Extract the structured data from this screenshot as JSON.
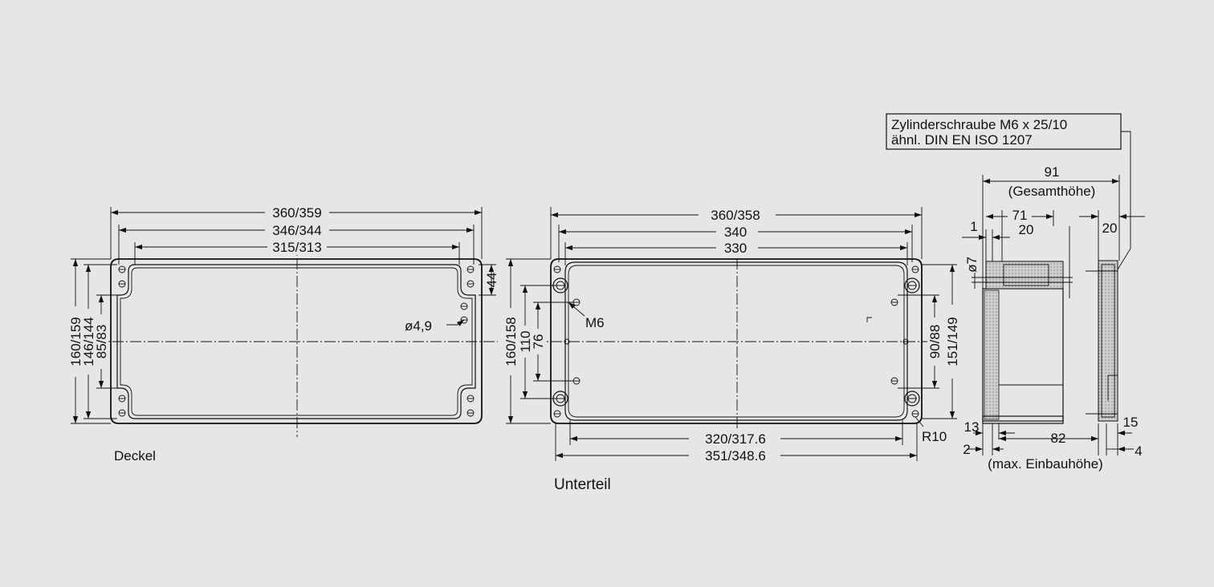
{
  "colors": {
    "background": "#e6e6e6",
    "line": "#111111",
    "hatch": "#bdbdbd"
  },
  "labels": {
    "deckel": "Deckel",
    "unterteil": "Unterteil",
    "note_line1": "Zylinderschraube M6 x 25/10",
    "note_line2": "ähnl. DIN EN ISO 1207",
    "gesamthoehe": "(Gesamthöhe)",
    "max_einbauhoehe": "(max. Einbauhöhe)"
  },
  "dimensions": {
    "lid_width_outer": "360/359",
    "lid_width_mid": "346/344",
    "lid_width_inner": "315/313",
    "lid_height_outer": "160/159",
    "lid_height_mid": "146/144",
    "lid_height_inner": "85/83",
    "lid_hole_dia": "ø4,9",
    "lid_corner": "44",
    "base_width_outer": "360/358",
    "base_width_mid": "340",
    "base_width_inner": "330",
    "base_height_outer": "160/158",
    "base_height_mid": "110",
    "base_height_inner": "76",
    "base_thread": "M6",
    "base_right_inner": "90/88",
    "base_right_outer": "151/149",
    "base_bottom_inner": "320/317.6",
    "base_bottom_outer": "351/348.6",
    "base_radius": "R10",
    "side_total": "91",
    "side_71": "71",
    "side_20a": "20",
    "side_20b": "20",
    "side_1": "1",
    "side_dia7": "ø7",
    "side_13": "13",
    "side_82": "82",
    "side_15": "15",
    "side_2": "2",
    "side_4": "4"
  }
}
